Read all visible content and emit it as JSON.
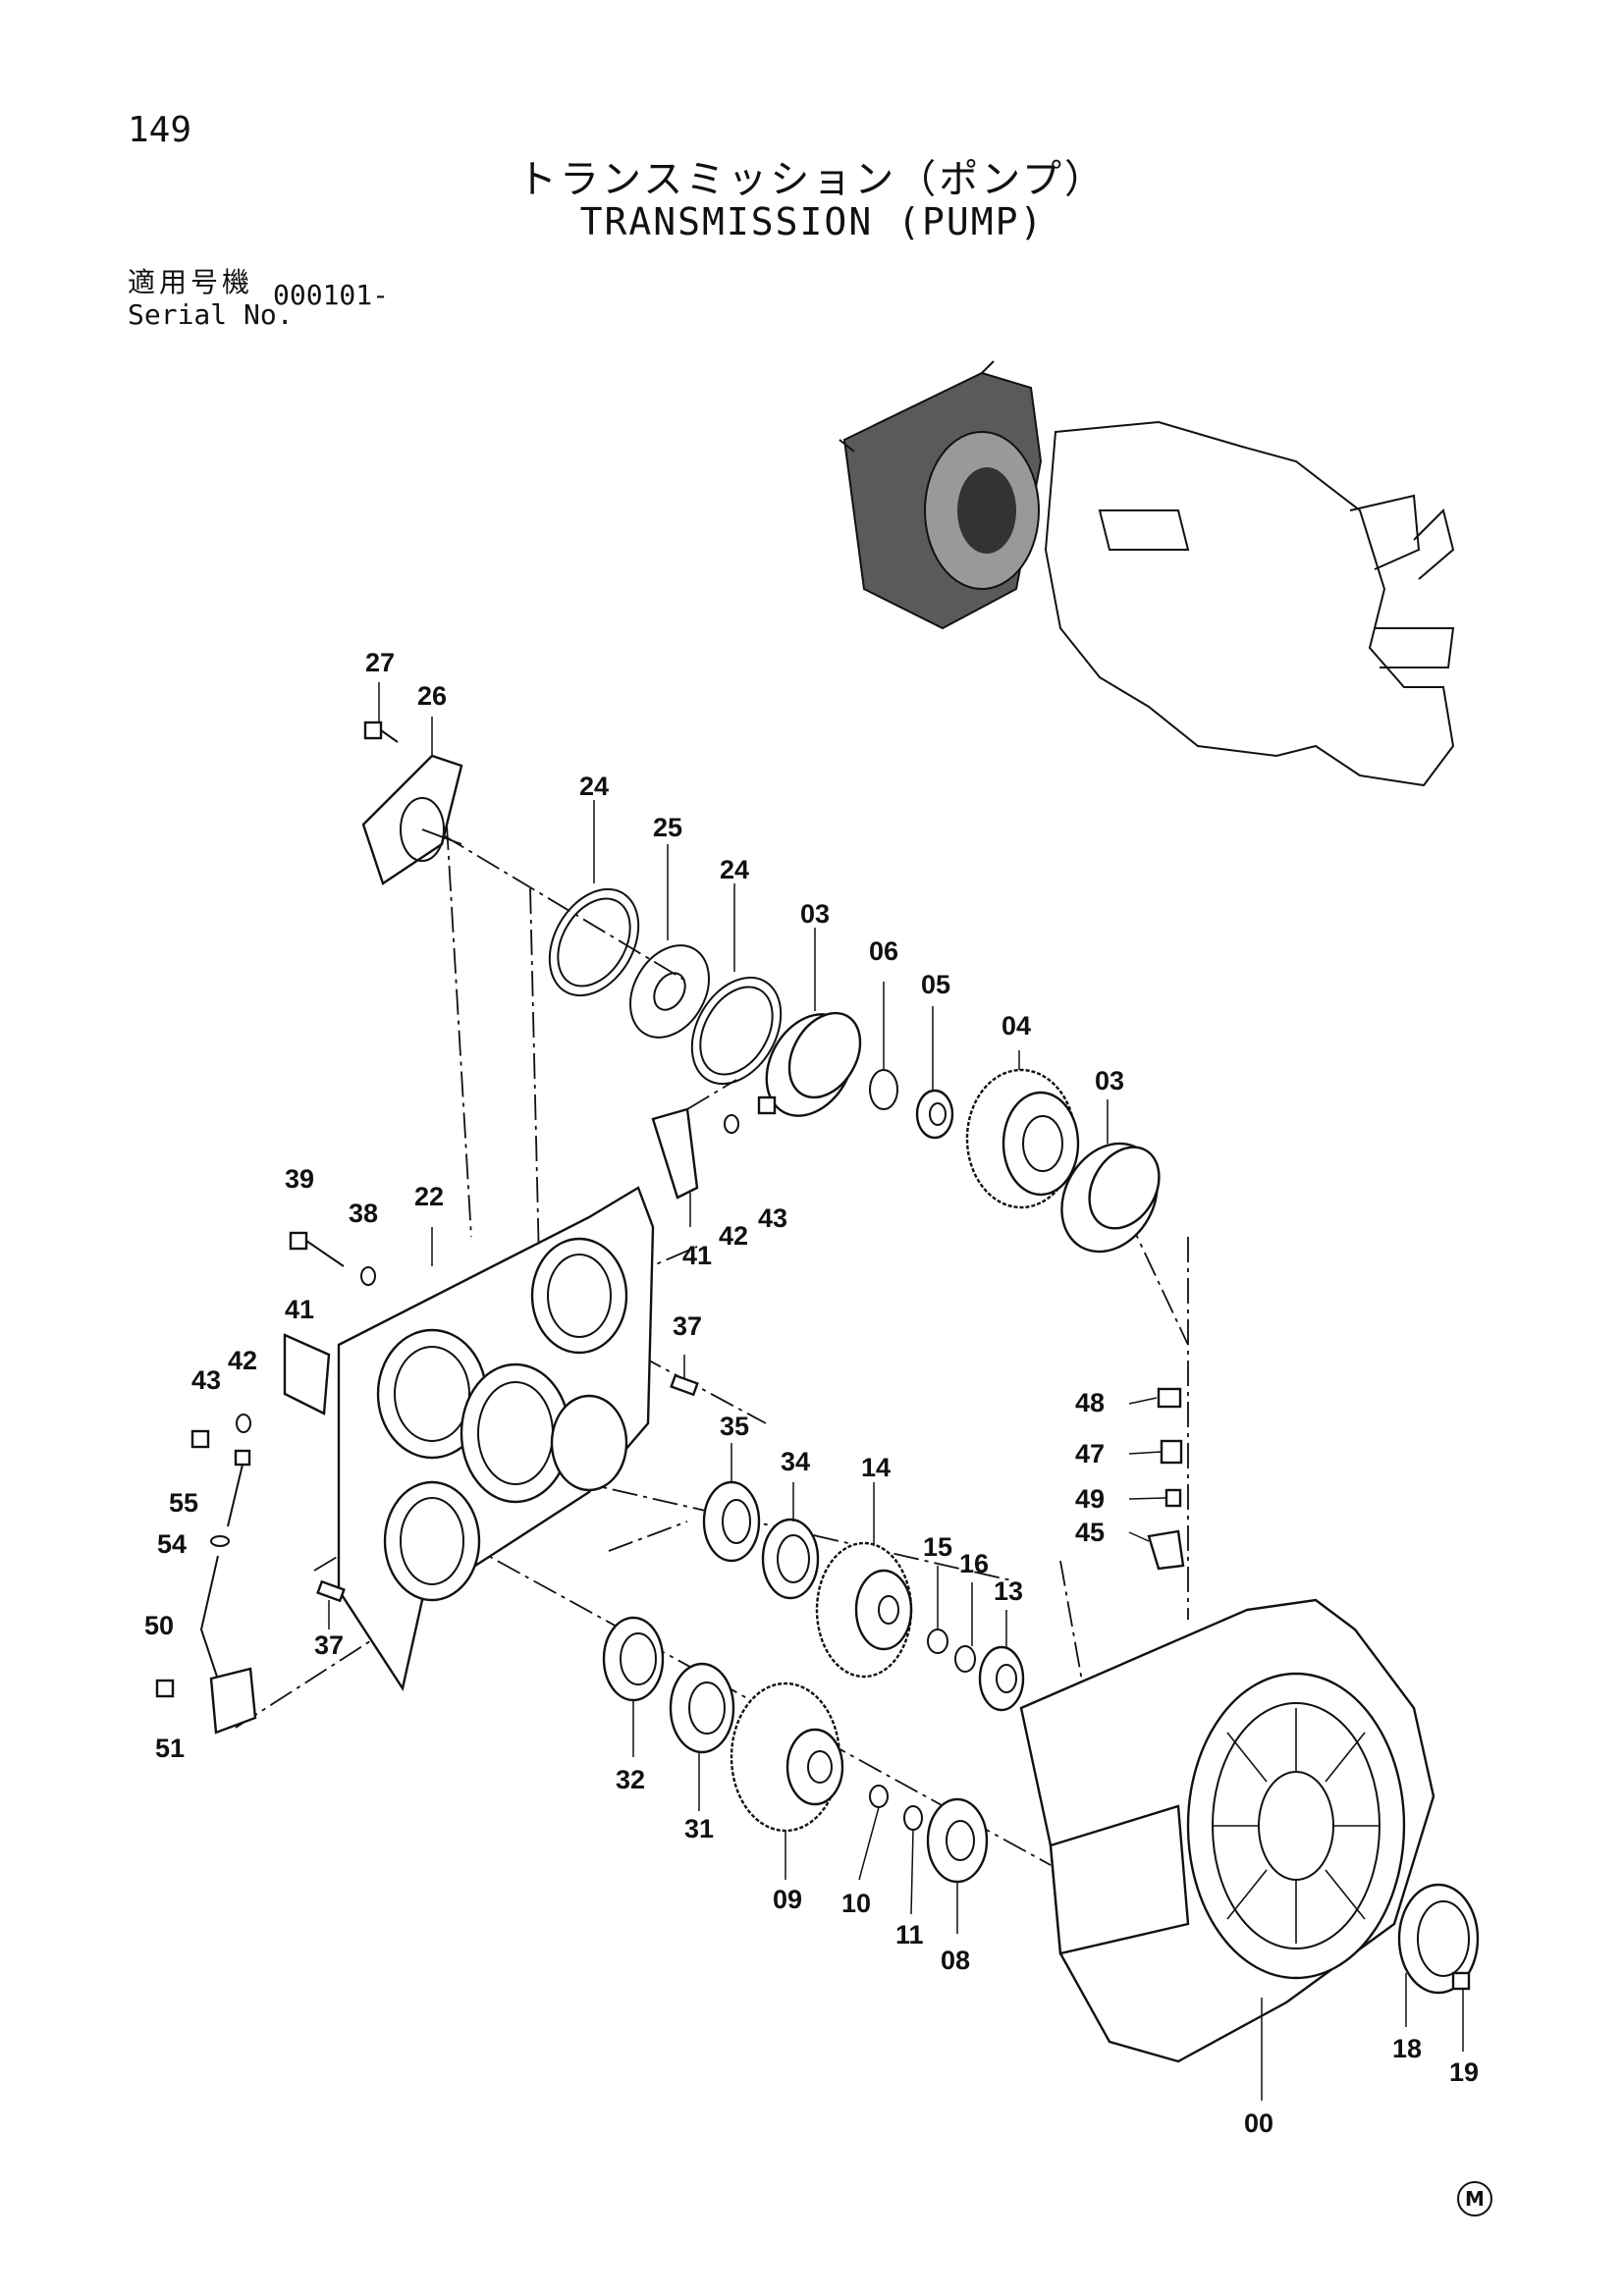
{
  "page_number": "149",
  "title_ja": "トランスミッション（ポンプ）",
  "title_en": "TRANSMISSION (PUMP)",
  "serial_label_ja": "適用号機",
  "serial_label_en": "Serial No.",
  "serial_value": "000101-",
  "corner_mark": "M",
  "callouts": {
    "p27": "27",
    "p26": "26",
    "p24a": "24",
    "p25": "25",
    "p24b": "24",
    "p03a": "03",
    "p06": "06",
    "p05": "05",
    "p04": "04",
    "p03b": "03",
    "p39": "39",
    "p38": "38",
    "p22": "22",
    "p41a": "41",
    "p42a": "42",
    "p43a": "43",
    "p41b": "41",
    "p42b": "42",
    "p43b": "43",
    "p37a": "37",
    "p37b": "37",
    "p55": "55",
    "p54": "54",
    "p50": "50",
    "p51": "51",
    "p35": "35",
    "p34": "34",
    "p14": "14",
    "p15": "15",
    "p16": "16",
    "p13": "13",
    "p32": "32",
    "p31": "31",
    "p09": "09",
    "p10": "10",
    "p11": "11",
    "p08": "08",
    "p48": "48",
    "p47": "47",
    "p49": "49",
    "p45": "45",
    "p18": "18",
    "p19": "19",
    "p00": "00"
  }
}
